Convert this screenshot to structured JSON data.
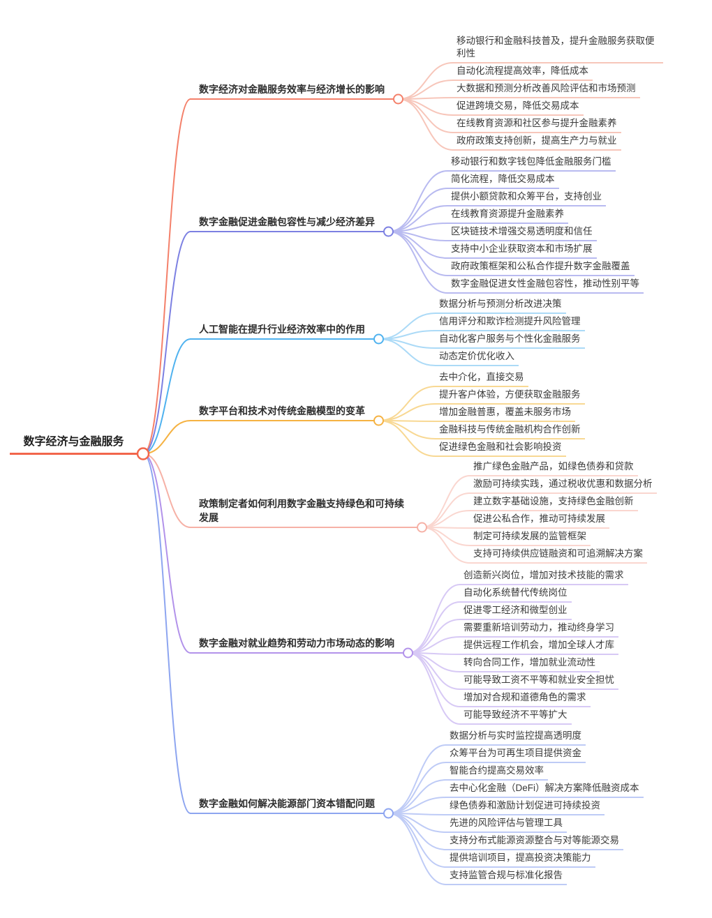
{
  "mindmap": {
    "root": {
      "label": "数字经济与金融服务",
      "color": "#f2664b"
    },
    "branches": [
      {
        "label": "数字经济对金融服务效率与经济增长的影响",
        "color": "#f4806a",
        "leaf_color": "#f7c6ba",
        "children": [
          "移动银行和金融科技普及，提升金融服务获取便利性",
          "自动化流程提高效率，降低成本",
          "大数据和预测分析改善风险评估和市场预测",
          "促进跨境交易，降低交易成本",
          "在线教育资源和社区参与提升金融素养",
          "政府政策支持创新，提高生产力与就业"
        ]
      },
      {
        "label": "数字金融促进金融包容性与减少经济差异",
        "color": "#7c80e2",
        "leaf_color": "#b8baf0",
        "children": [
          "移动银行和数字钱包降低金融服务门槛",
          "简化流程，降低交易成本",
          "提供小额贷款和众筹平台，支持创业",
          "在线教育资源提升金融素养",
          "区块链技术增强交易透明度和信任",
          "支持中小企业获取资本和市场扩展",
          "政府政策框架和公私合作提升数字金融覆盖",
          "数字金融促进女性金融包容性，推动性别平等"
        ]
      },
      {
        "label": "人工智能在提升行业经济效率中的作用",
        "color": "#4fb2ef",
        "leaf_color": "#abdaf7",
        "children": [
          "数据分析与预测分析改进决策",
          "信用评分和欺诈检测提升风险管理",
          "自动化客户服务与个性化金融服务",
          "动态定价优化收入"
        ]
      },
      {
        "label": "数字平台和技术对传统金融模型的变革",
        "color": "#f5b242",
        "leaf_color": "#f8d893",
        "children": [
          "去中介化，直接交易",
          "提升客户体验，方便获取金融服务",
          "增加金融普惠，覆盖未服务市场",
          "金融科技与传统金融机构合作创新",
          "促进绿色金融和社会影响投资"
        ]
      },
      {
        "label": "政策制定者如何利用数字金融支持绿色和可持续发展",
        "color": "#f6b1a6",
        "leaf_color": "#fad6cf",
        "children": [
          "推广绿色金融产品，如绿色债券和贷款",
          "激励可持续实践，通过税收优惠和数据分析",
          "建立数字基础设施，支持绿色金融创新",
          "促进公私合作，推动可持续发展",
          "制定可持续发展的监管框架",
          "支持可持续供应链融资和可追溯解决方案"
        ]
      },
      {
        "label": "数字金融对就业趋势和劳动力市场动态的影响",
        "color": "#b292ea",
        "leaf_color": "#d7c9f5",
        "children": [
          "创造新兴岗位，增加对技术技能的需求",
          "自动化系统替代传统岗位",
          "促进零工经济和微型创业",
          "需要重新培训劳动力，推动终身学习",
          "提供远程工作机会，增加全球人才库",
          "转向合同工作，增加就业流动性",
          "可能导致工资不平等和就业安全担忧",
          "增加对合规和道德角色的需求",
          "可能导致经济不平等扩大"
        ]
      },
      {
        "label": "数字金融如何解决能源部门资本错配问题",
        "color": "#8da5f0",
        "leaf_color": "#becbf6",
        "children": [
          "数据分析与实时监控提高透明度",
          "众筹平台为可再生项目提供资金",
          "智能合约提高交易效率",
          "去中心化金融（DeFi）解决方案降低融资成本",
          "绿色债券和激励计划促进可持续投资",
          "先进的风险评估与管理工具",
          "支持分布式能源资源整合与对等能源交易",
          "提供培训项目，提高投资决策能力",
          "支持监管合规与标准化报告"
        ]
      }
    ]
  }
}
